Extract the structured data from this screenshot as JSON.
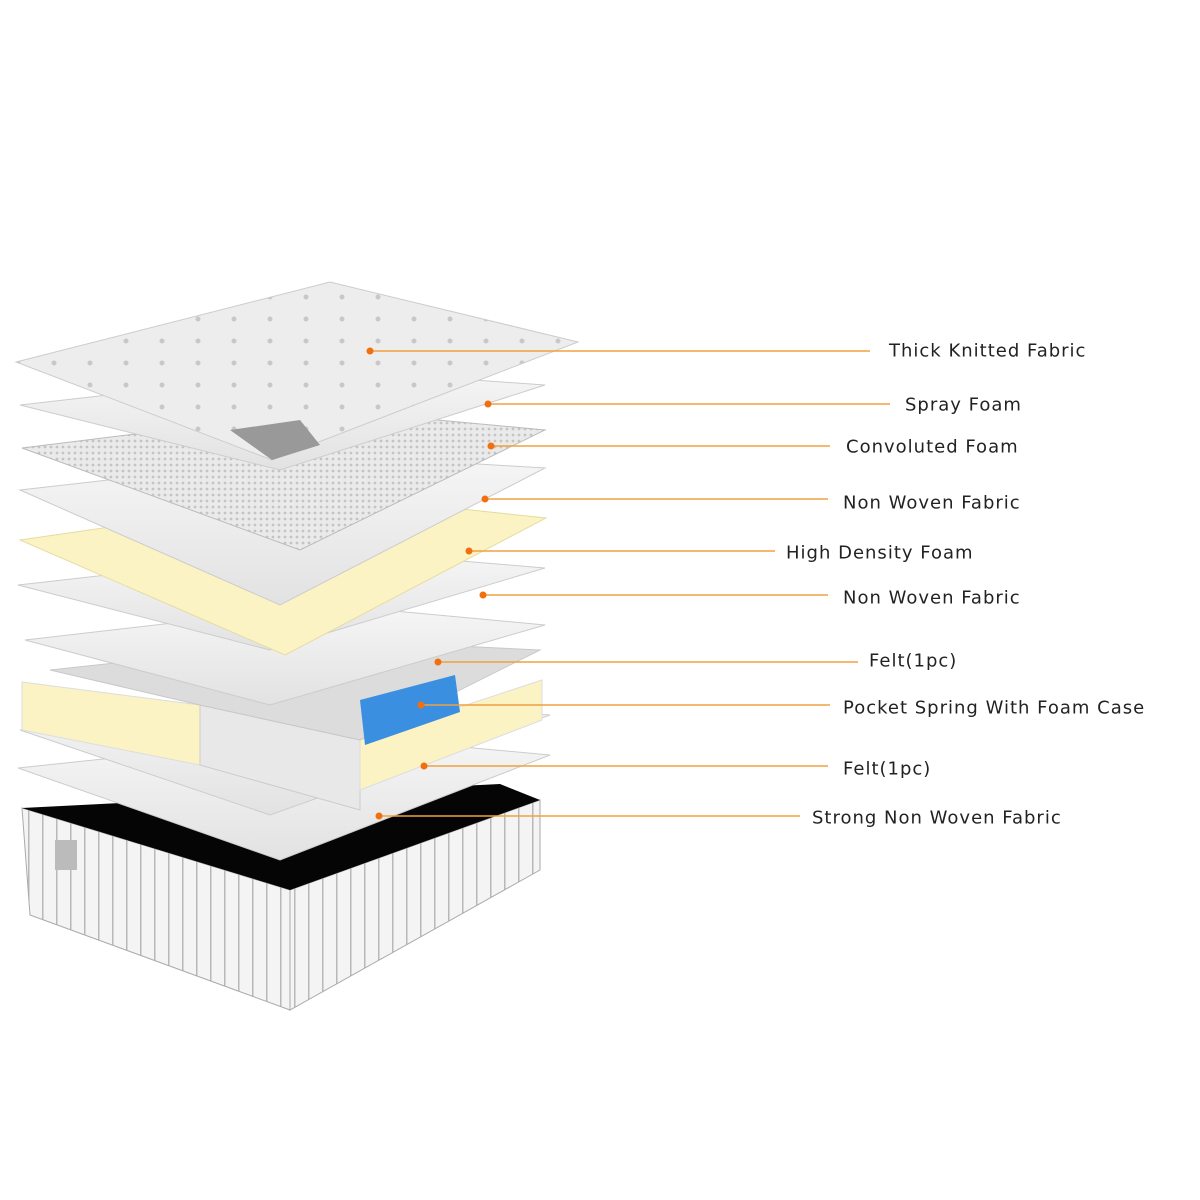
{
  "colors": {
    "leader_line": "#f0a040",
    "dot": "#f07010",
    "foam_yellow": "#fbf3c4",
    "spring_blue": "#3a8fe0"
  },
  "layers": [
    {
      "label": "Thick Knitted Fabric"
    },
    {
      "label": "Spray Foam"
    },
    {
      "label": "Convoluted Foam"
    },
    {
      "label": "Non Woven Fabric"
    },
    {
      "label": "High Density Foam"
    },
    {
      "label": "Non Woven Fabric"
    },
    {
      "label": "Felt(1pc)"
    },
    {
      "label": "Pocket Spring With Foam Case"
    },
    {
      "label": "Felt(1pc)"
    },
    {
      "label": "Strong Non Woven Fabric"
    }
  ]
}
